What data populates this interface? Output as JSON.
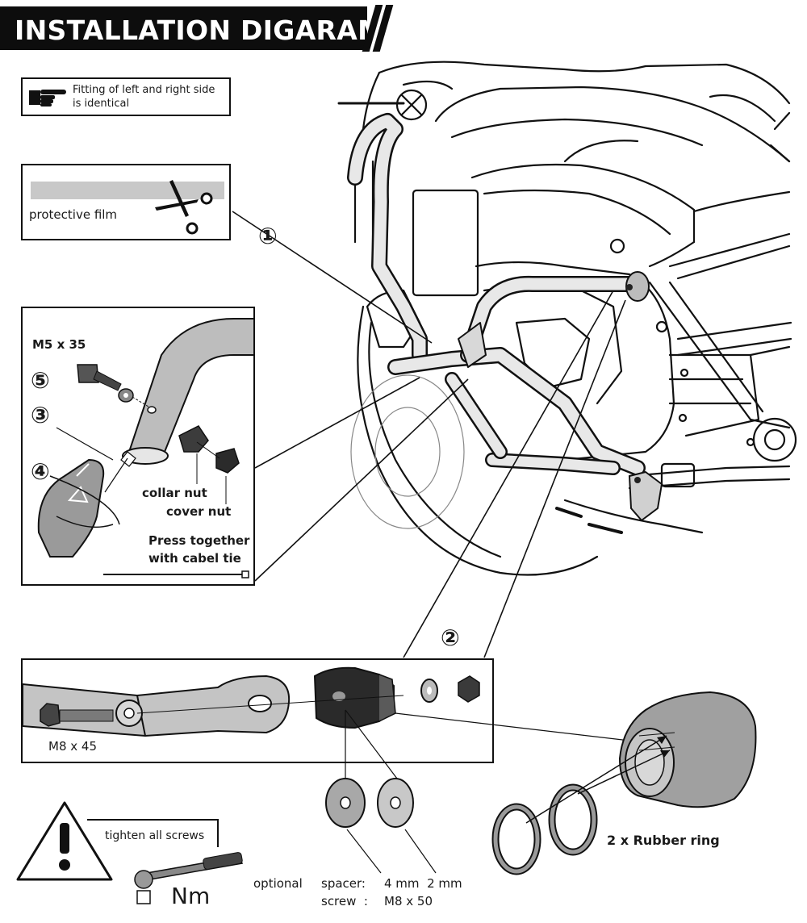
{
  "title": "INSTALLATION DIGARAM",
  "note": {
    "line1": "Fitting of left and right side",
    "line2": "is identical"
  },
  "film": {
    "label": "protective film"
  },
  "steps": {
    "s1": "①",
    "s2": "②",
    "s3": "③",
    "s4": "④",
    "s5": "⑤"
  },
  "detail1": {
    "bolt": "M5 x 35",
    "collar_nut": "collar nut",
    "cover_nut": "cover nut",
    "press_line1": "Press together",
    "press_line2": "with cabel tie"
  },
  "detail2": {
    "bolt": "M8 x 45"
  },
  "rubber": {
    "label": "2 x Rubber ring"
  },
  "tighten": {
    "label": "tighten all screws",
    "unit": "Nm"
  },
  "optional": {
    "label": "optional",
    "spacer_label": "spacer:",
    "spacer_values": "4 mm  2 mm",
    "screw_label": "screw  :",
    "screw_value": "M8 x 50"
  },
  "colors": {
    "ink": "#111111",
    "part_gray": "#8c8c8c",
    "dark_part": "#333333",
    "film_gray": "#c8c8c8"
  }
}
